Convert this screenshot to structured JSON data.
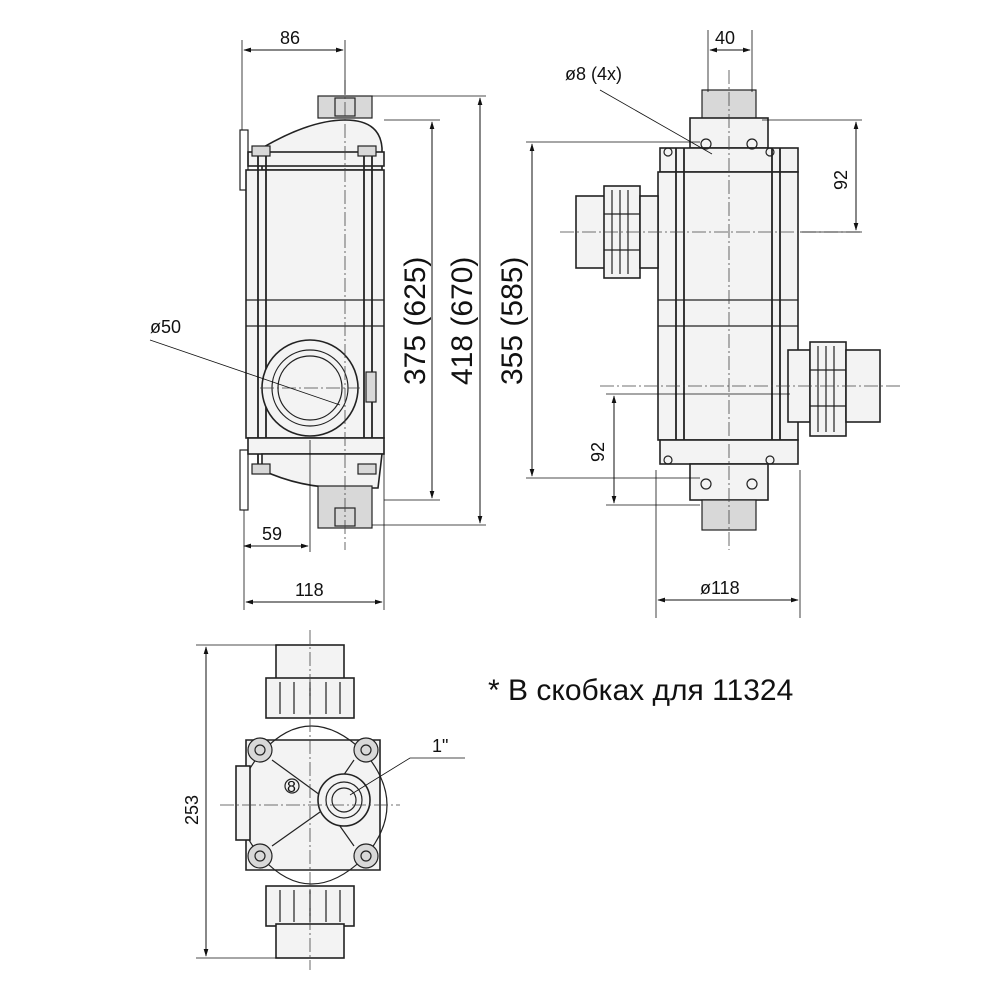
{
  "dimensions": {
    "front_width_top": "86",
    "front_length_1": "375 (625)",
    "front_length_2": "418 (670)",
    "front_length_3": "355 (585)",
    "front_port_diameter": "ø50",
    "front_offset_bottom": "59",
    "front_width_bottom": "118",
    "side_width_top": "40",
    "side_bolt_holes": "ø8 (4x)",
    "side_spacing_top": "92",
    "side_spacing_bottom": "92",
    "side_diameter_bottom": "ø118",
    "bottom_length": "253",
    "bottom_thread": "1\""
  },
  "note": "* В скобках для 11324",
  "colors": {
    "line": "#222222",
    "background": "#ffffff"
  }
}
